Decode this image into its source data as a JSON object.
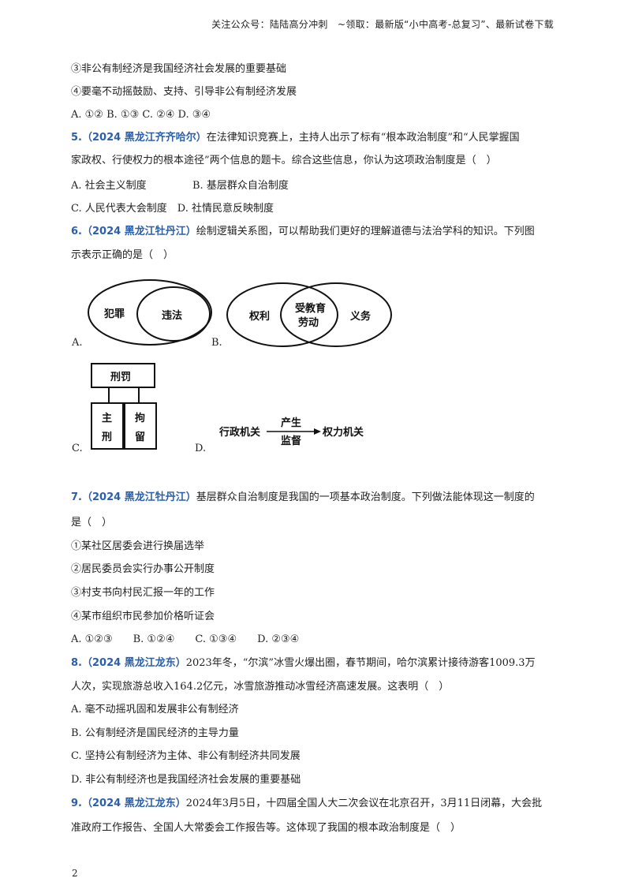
{
  "header": "关注公众号：陆陆高分冲刺　~领取：最新版“小中高考-总复习”、最新试卷下载",
  "lines": {
    "l1": "③非公有制经济是我国经济社会发展的重要基础",
    "l2": "④要毫不动摇鼓励、支持、引导非公有制经济发展",
    "l3": "A. ①② B. ①③ C. ②④ D. ③④",
    "q5num": "5.（2024 黑龙江齐齐哈尔）",
    "q5a": "在法律知识竞赛上，主持人出示了标有“根本政治制度”和“人民掌握国",
    "q5b": "家政权、行使权力的根本途径”两个信息的题卡。综合这些信息，你认为这项政治制度是（　）",
    "q5oA": "A. 社会主义制度",
    "q5oB": "B. 基层群众自治制度",
    "q5oCD": "C. 人民代表大会制度　D. 社情民意反映制度",
    "q6num": "6.（2024 黑龙江牡丹江）",
    "q6a": "绘制逻辑关系图，可以帮助我们更好的理解道德与法治学科的知识。下列图",
    "q6b": "示表示正确的是（　）",
    "q7num": "7.（2024 黑龙江牡丹江）",
    "q7a": "基层群众自治制度是我国的一项基本政治制度。下列做法能体现这一制度的",
    "q7b": "是（　）",
    "q7i1": "①某社区居委会进行换届选举",
    "q7i2": "②居民委员会实行办事公开制度",
    "q7i3": "③村支书向村民汇报一年的工作",
    "q7i4": "④某市组织市民参加价格听证会",
    "q7opts": "A. ①②③　　B. ①②④　　C. ①③④　　D. ②③④",
    "q8num": "8.（2024 黑龙江龙东）",
    "q8a": "2023年冬，“尔滨”冰雪火爆出圈，春节期间，哈尔滨累计接待游客1009.3万",
    "q8b": "人次，实现旅游总收入164.2亿元，冰雪旅游推动冰雪经济高速发展。这表明（　）",
    "q8oA": "A. 毫不动摇巩固和发展非公有制经济",
    "q8oB": "B. 公有制经济是国民经济的主导力量",
    "q8oC": "C. 坚持公有制经济为主体、非公有制经济共同发展",
    "q8oD": "D. 非公有制经济也是我国经济社会发展的重要基础",
    "q9num": "9.（2024 黑龙江龙东）",
    "q9a": "2024年3月5日，十四届全国人大二次会议在北京召开，3月11日闭幕，大会批",
    "q9b": "准政府工作报告、全国人大常委会工作报告等。这体现了我国的根本政治制度是（　）"
  },
  "diagram": {
    "labelA": "A.",
    "labelB": "B.",
    "labelC": "C.",
    "labelD": "D.",
    "a_outer": "犯罪",
    "a_inner": "违法",
    "b_left": "权利",
    "b_mid1": "受教育",
    "b_mid2": "劳动",
    "b_right": "义务",
    "c_top": "刑罚",
    "c_l1": "主",
    "c_l2": "刑",
    "c_r1": "拘",
    "c_r2": "留",
    "d_left": "行政机关",
    "d_top": "产生",
    "d_bottom": "监督",
    "d_right": "权力机关"
  },
  "page_number": "2"
}
